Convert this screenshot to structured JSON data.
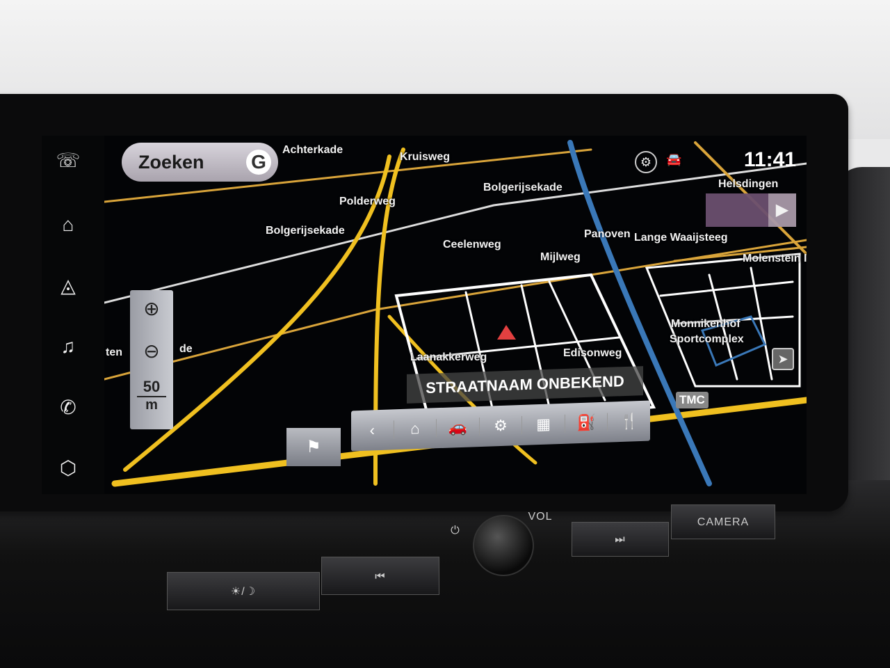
{
  "header": {
    "search_label": "Zoeken",
    "search_engine": "G",
    "clock": "11:41"
  },
  "sidebar": {
    "items": [
      {
        "name": "voice-assistant",
        "glyph": "☏"
      },
      {
        "name": "home",
        "glyph": "⌂"
      },
      {
        "name": "navigation",
        "glyph": "◬"
      },
      {
        "name": "music",
        "glyph": "♫"
      },
      {
        "name": "phone",
        "glyph": "✆"
      },
      {
        "name": "apps",
        "glyph": "⬡"
      }
    ]
  },
  "map": {
    "labels": [
      "Achterkade",
      "Kruisweg",
      "Bolgerijsekade",
      "Polderweg",
      "Bolgerijsekade",
      "Ceelenweg",
      "Mijlweg",
      "Panoven",
      "Lange Waaijsteeg",
      "Helsdingen",
      "Molenstein II",
      "Monnikenhof",
      "Sportcomplex",
      "Laanakkerweg",
      "Edisonweg",
      "ten",
      "de"
    ],
    "current_street": "STRAATNAAM ONBEKEND",
    "scale_value": "50",
    "scale_unit": "m",
    "traffic_badge": "TMC"
  },
  "zoom": {
    "in": "⊕",
    "out": "⊖"
  },
  "toolbar": {
    "items": [
      "‹",
      "⌂",
      "🚗",
      "⚙",
      "▦",
      "⛽",
      "🍴"
    ],
    "destination_search": "⚑"
  },
  "console": {
    "vol_label": "VOL",
    "camera_label": "CAMERA",
    "prev": "⏮",
    "next": "⏭",
    "power": "⏻",
    "daynight": "☀/☽"
  }
}
